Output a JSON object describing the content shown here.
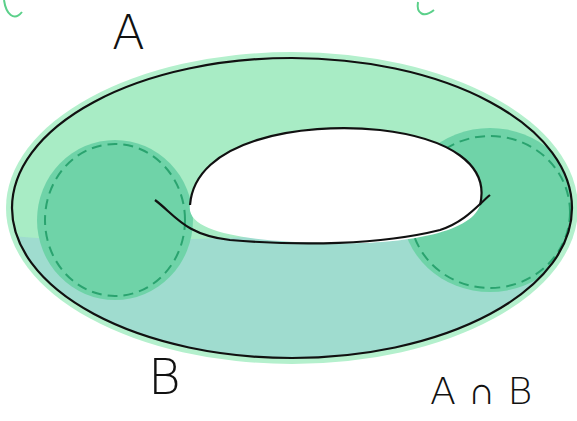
{
  "diagram": {
    "labels": [
      "A",
      "B",
      "A ∩ B"
    ]
  }
}
